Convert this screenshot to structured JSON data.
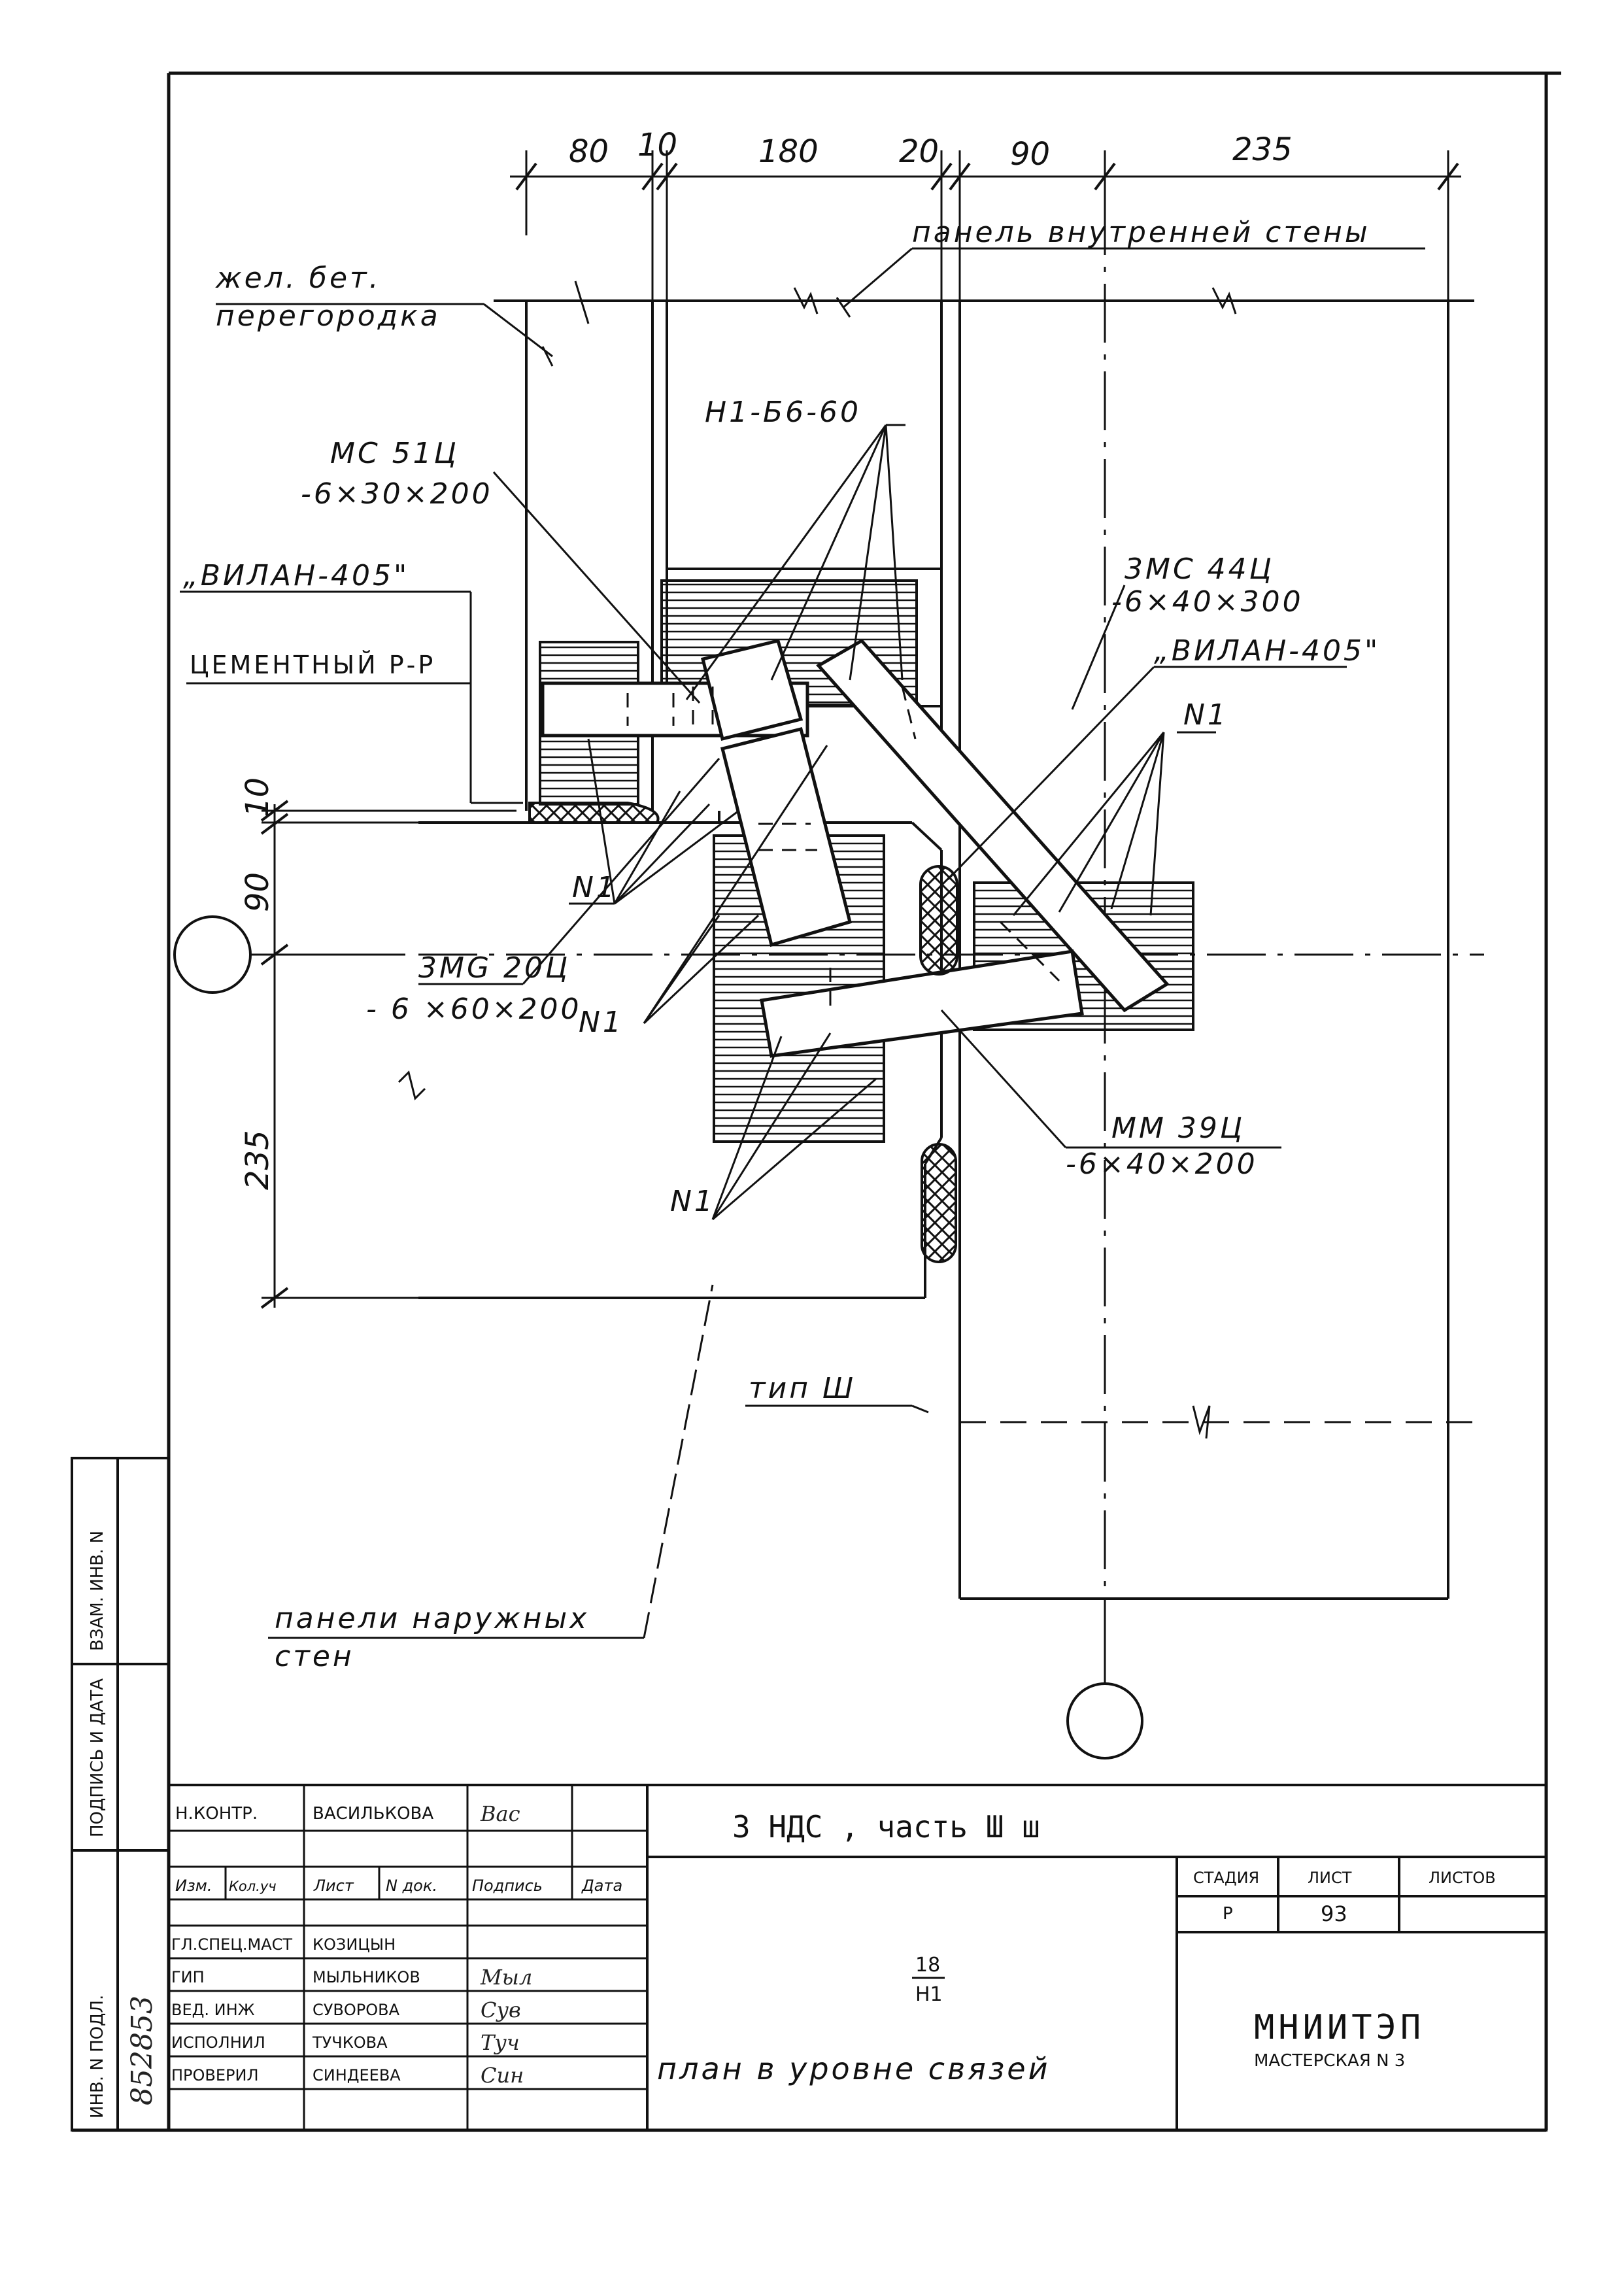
{
  "labels": {
    "dim_80": "80",
    "dim_10_top": "10",
    "dim_180": "180",
    "dim_20": "20",
    "dim_90_top": "90",
    "dim_235_top": "235",
    "dim_10_left": "10",
    "dim_90_left": "90",
    "dim_235_left": "235",
    "panel_inner_wall": "панель внутренней стены",
    "zhel_bet": "жел. бет.",
    "peregorodka": "перегородка",
    "n1_b6_60": "Н1-Б6-60",
    "mc51": "МС 51Ц",
    "mc51_size": "-6×30×200",
    "vilan_left": "„ВИЛАН-405\"",
    "cement": "ЦЕМЕНТНЫЙ Р-Р",
    "zmc44": "3МС 44Ц",
    "zmc44_size": "-6×40×300",
    "vilan_right": "„ВИЛАН-405\"",
    "n1_right": "N1",
    "n1_left": "N1",
    "zmg20": "3МG 20Ц",
    "zmg20_size": "- 6 ×60×200",
    "n1_mid": "N1",
    "mm39": "ММ 39Ц",
    "mm39_size": "-6×40×200",
    "n1_bottom": "N1",
    "tip3": "тип Ш",
    "panels_outer_1": "панели наружных",
    "panels_outer_2": "стен"
  },
  "side_stamp": {
    "inv_podl": "ИНВ. N ПОДЛ.",
    "podpis_data": "ПОДПИСЬ И ДАТА",
    "vzam_inv": "ВЗАМ. ИНВ. N",
    "inv_number_handwritten": "852853"
  },
  "title_block": {
    "n_kontr_label": "Н.КОНТР.",
    "n_kontr_name": "ВАСИЛЬКОВА",
    "n_kontr_sign": "Вас",
    "col_izm": "Изм.",
    "col_koluch": "Кол.уч",
    "col_list": "Лист",
    "col_ndok": "N док.",
    "col_podpis": "Подпись",
    "col_data": "Дата",
    "roles": [
      {
        "role": "ГЛ.СПЕЦ.МАСТ",
        "name": "КОЗИЦЫН",
        "sign": ""
      },
      {
        "role": "ГИП",
        "name": "МЫЛЬНИКОВ",
        "sign": "Мыл"
      },
      {
        "role": "ВЕД. ИНЖ",
        "name": "СУВОРОВА",
        "sign": "Сув"
      },
      {
        "role": "ИСПОЛНИЛ",
        "name": "ТУЧКОВА",
        "sign": "Туч"
      },
      {
        "role": "ПРОВЕРИЛ",
        "name": "СИНДЕЕВА",
        "sign": "Син"
      }
    ],
    "project": "3 НДС , часть Ш ш",
    "sheet_num_top": "18",
    "sheet_num_bottom": "Н1",
    "drawing_title": "план в уровне связей",
    "stage_label": "СТАДИЯ",
    "list_label": "ЛИСТ",
    "listov_label": "ЛИСТОВ",
    "stage_value": "Р",
    "list_value": "93",
    "listov_value": "",
    "org_name": "МНИИТЭП",
    "org_sub": "МАСТЕРСКАЯ N 3"
  }
}
